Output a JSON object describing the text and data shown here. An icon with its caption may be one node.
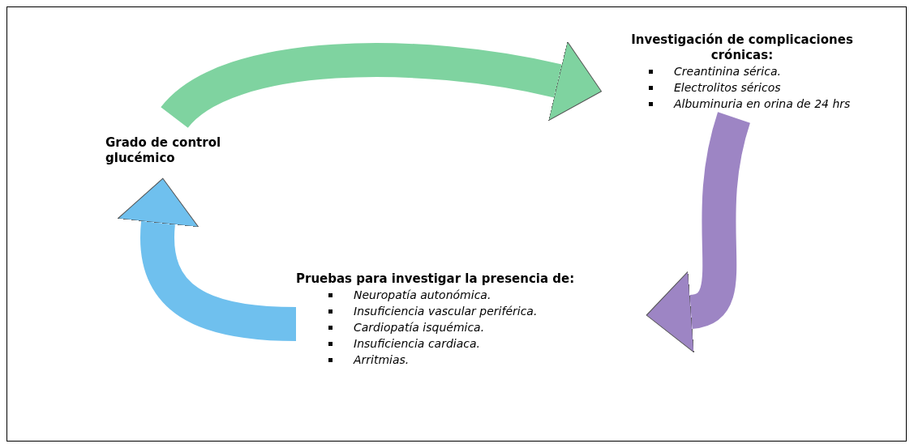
{
  "diagram": {
    "nodes": [
      {
        "text": [
          "Grado de control glucémico"
        ]
      },
      {
        "text": [
          "Investigación de complicaciones crónicas:",
          "Creantinina sérica.",
          "Electrolitos séricos",
          "Albuminuria en orina de 24 hrs"
        ]
      },
      {
        "text": [
          "Pruebas para investigar la presencia de:",
          "Neuropatía autonómica.",
          "Insuficiencia vascular periférica.",
          "Cardiopatía isquémica.",
          "Insuficiencia cardiaca.",
          "Arritmias."
        ]
      }
    ],
    "edges": [
      {
        "from": 0,
        "to": 1,
        "arrow": "to",
        "color": "#7fd3a0"
      },
      {
        "from": 1,
        "to": 2,
        "arrow": "to",
        "color": "#9d85c4"
      },
      {
        "from": 2,
        "to": 0,
        "arrow": "to",
        "color": "#6fc0ee"
      }
    ]
  }
}
